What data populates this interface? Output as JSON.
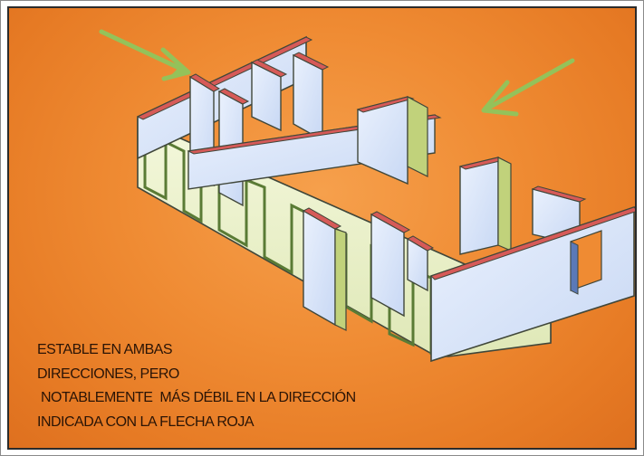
{
  "caption": {
    "lines": [
      "ESTABLE EN AMBAS",
      "DIRECCIONES, PERO",
      " NOTABLEMENTE  MÁS DÉBIL EN LA DIRECCIÓN",
      "INDICADA CON LA FLECHA ROJA"
    ]
  },
  "colors": {
    "background_orange": "#ef8b33",
    "wall_face": "#dce8fb",
    "floor_slab": "#eef4cd",
    "wall_top": "#d65a58",
    "arrow_green": "#94c25a"
  },
  "icons": {
    "left_arrow": "green-arrow-icon",
    "right_arrow": "green-arrow-icon"
  }
}
